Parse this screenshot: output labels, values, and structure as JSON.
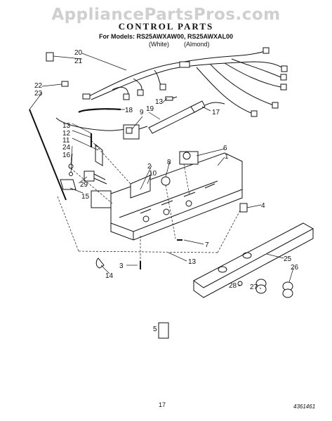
{
  "watermark": "AppliancePartsPros.com",
  "title": "CONTROL PARTS",
  "models_line": "For Models: RS25AWXAW00, RS25AWXAL00",
  "variant_white": "(White)",
  "variant_almond": "(Almond)",
  "callouts": [
    "20",
    "21",
    "22",
    "23",
    "18",
    "9",
    "19",
    "13",
    "17",
    "13",
    "12",
    "11",
    "24",
    "16",
    "29",
    "15",
    "10",
    "2",
    "8",
    "6",
    "1",
    "4",
    "7",
    "13",
    "3",
    "14",
    "25",
    "26",
    "28",
    "27",
    "5"
  ],
  "page_number": "17",
  "doc_number": "4361461"
}
